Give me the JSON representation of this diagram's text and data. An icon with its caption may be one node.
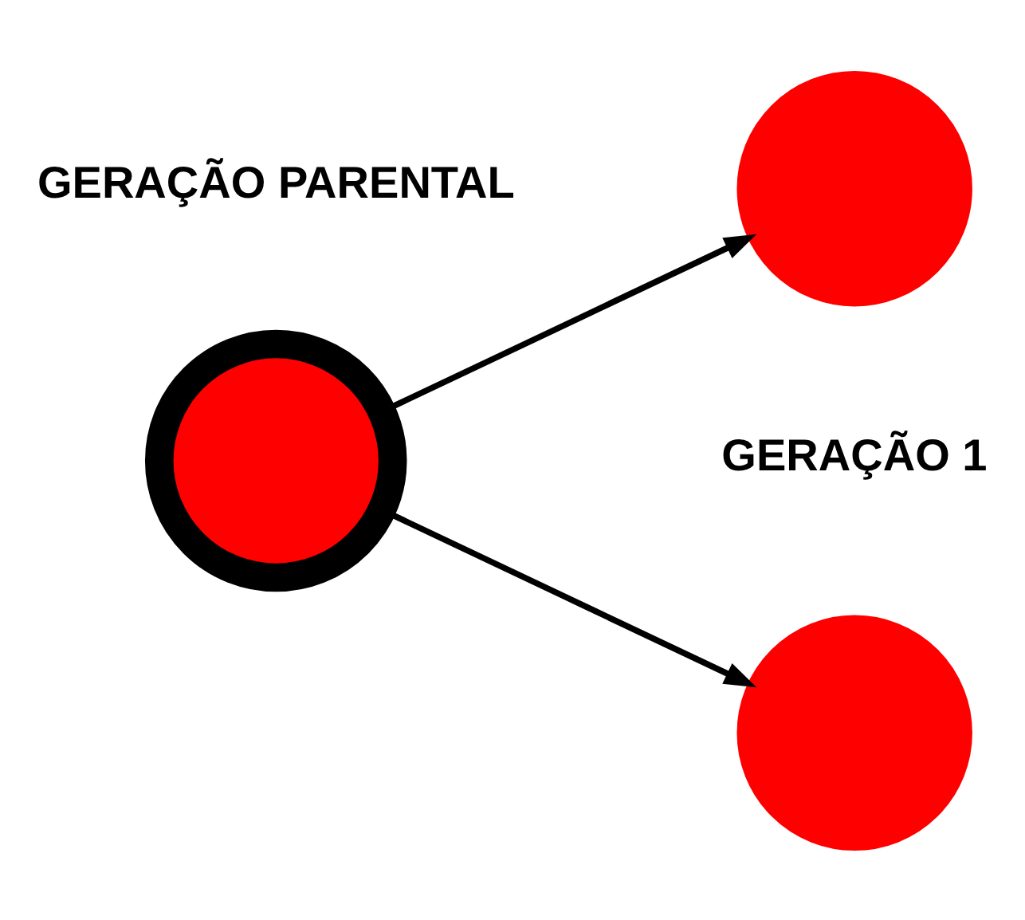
{
  "diagram": {
    "nodes": [
      {
        "text": [],
        "shape": "circle"
      },
      {
        "text": [],
        "shape": "circle"
      },
      {
        "text": [],
        "shape": "circle"
      }
    ],
    "edges": [
      {
        "from": 0,
        "to": 1,
        "arrow": "to"
      },
      {
        "from": 0,
        "to": 2,
        "arrow": "to"
      }
    ],
    "labels": [
      "GERAÇÃO PARENTAL",
      "GERAÇÃO 1"
    ]
  }
}
